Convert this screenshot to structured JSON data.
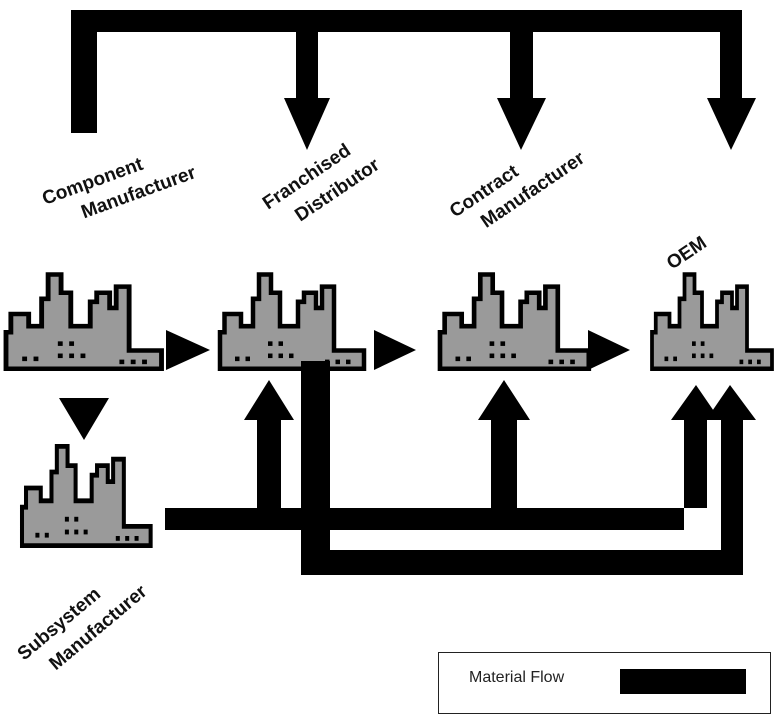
{
  "nodes": {
    "component_manufacturer": {
      "line1": "Component",
      "line2": "Manufacturer"
    },
    "franchised_distributor": {
      "line1": "Franchised",
      "line2": "Distributor"
    },
    "contract_manufacturer": {
      "line1": "Contract",
      "line2": "Manufacturer"
    },
    "oem": {
      "line1": "OEM"
    },
    "subsystem_manufacturer": {
      "line1": "Subsystem",
      "line2": "Manufacturer"
    }
  },
  "legend": {
    "label": "Material Flow"
  },
  "colors": {
    "factory_fill": "#9a9a9a",
    "flow": "#000000",
    "background": "#ffffff"
  },
  "icons": {
    "factory": "factory-icon",
    "flow_arrow": "arrow-icon"
  }
}
